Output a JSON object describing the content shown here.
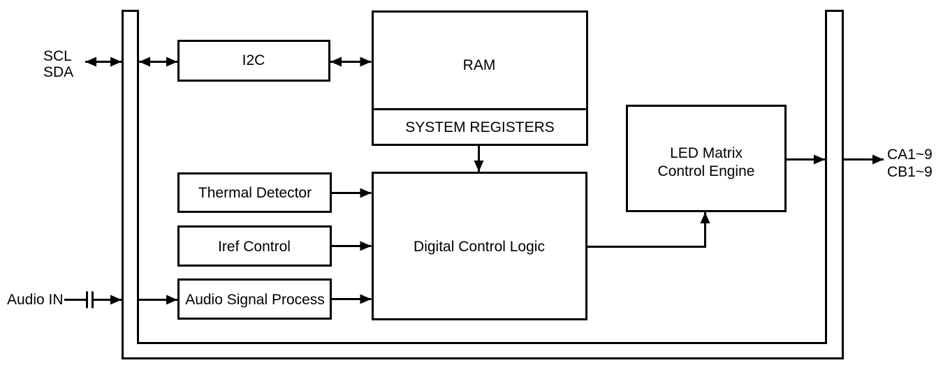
{
  "blocks": {
    "i2c": {
      "label": "I2C"
    },
    "ram": {
      "label": "RAM"
    },
    "system_registers": {
      "label": "SYSTEM REGISTERS"
    },
    "thermal_detector": {
      "label": "Thermal Detector"
    },
    "iref_control": {
      "label": "Iref Control"
    },
    "audio_signal_process": {
      "label": "Audio Signal Process"
    },
    "digital_control_logic": {
      "label": "Digital Control Logic"
    },
    "led_matrix_control_engine": {
      "label_line_1": "LED Matrix",
      "label_line_2": "Control Engine"
    }
  },
  "pins": {
    "scl": {
      "label": "SCL"
    },
    "sda": {
      "label": "SDA"
    },
    "audio_in": {
      "label": "Audio IN"
    },
    "ca_out": {
      "label": "CA1~9"
    },
    "cb_out": {
      "label": "CB1~9"
    }
  },
  "connections": [
    {
      "from": "SCL/SDA pins",
      "to": "internal bus",
      "style": "bidirectional-arrow"
    },
    {
      "from": "internal bus",
      "to": "I2C",
      "style": "bidirectional-arrow"
    },
    {
      "from": "I2C",
      "to": "RAM / SYSTEM REGISTERS",
      "style": "bidirectional-arrow"
    },
    {
      "from": "SYSTEM REGISTERS",
      "to": "Digital Control Logic",
      "style": "arrow-down"
    },
    {
      "from": "Thermal Detector",
      "to": "Digital Control Logic",
      "style": "arrow-right"
    },
    {
      "from": "Iref Control",
      "to": "Digital Control Logic",
      "style": "arrow-right"
    },
    {
      "from": "Audio IN via series capacitor",
      "to": "internal bus",
      "style": "arrow-right"
    },
    {
      "from": "internal bus",
      "to": "Audio Signal Process",
      "style": "arrow-right"
    },
    {
      "from": "Audio Signal Process",
      "to": "Digital Control Logic",
      "style": "arrow-right"
    },
    {
      "from": "Digital Control Logic",
      "to": "LED Matrix Control Engine",
      "style": "elbow-arrow-up"
    },
    {
      "from": "LED Matrix Control Engine",
      "to": "internal bus",
      "style": "arrow-right"
    },
    {
      "from": "internal bus",
      "to": "CA1~9 / CB1~9 outputs",
      "style": "arrow-right"
    }
  ],
  "colors": {
    "line": "#000000",
    "text": "#000000",
    "background": "#ffffff"
  }
}
